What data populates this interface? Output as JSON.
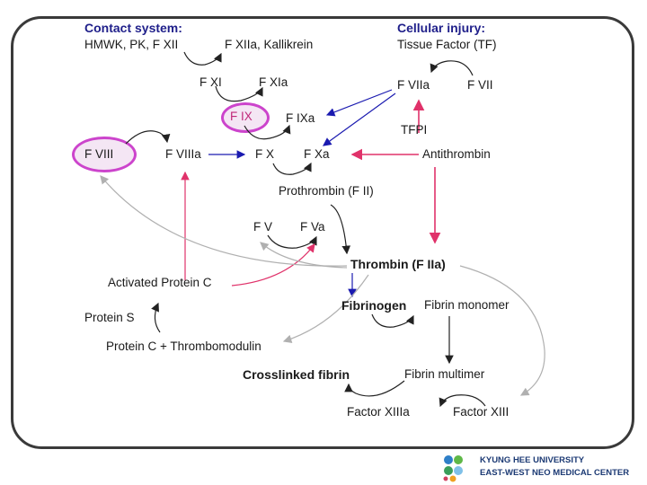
{
  "contact": {
    "title": "Contact system:",
    "factors": "HMWK, PK, F XII",
    "activated": "F XIIa, Kallikrein"
  },
  "cellular": {
    "title": "Cellular injury:",
    "factor": "Tissue Factor (TF)"
  },
  "factors": {
    "fxi": "F XI",
    "fxia": "F XIa",
    "fix": "F IX",
    "fixa": "F IXa",
    "fviii": "F VIII",
    "fviiia": "F VIIIa",
    "fx": "F X",
    "fxa": "F Xa",
    "fviia": "F VIIa",
    "fvii": "F VII",
    "tfpi": "TFPI",
    "antithrombin": "Antithrombin",
    "prothrombin": "Prothrombin (F II)",
    "fv": "F V",
    "fva": "F Va",
    "thrombin": "Thrombin (F IIa)"
  },
  "protein_c": {
    "activated": "Activated Protein C",
    "protein_s": "Protein S",
    "pc_tm": "Protein C + Thrombomodulin"
  },
  "fibrin": {
    "fibrinogen": "Fibrinogen",
    "monomer": "Fibrin monomer",
    "multimer": "Fibrin multimer",
    "crosslinked": "Crosslinked fibrin",
    "xiiia": "Factor XIIIa",
    "xiii": "Factor XIII"
  },
  "logo": {
    "line1": "KYUNG HEE UNIVERSITY",
    "line2": "EAST-WEST NEO MEDICAL CENTER"
  },
  "colors": {
    "black_arrow": "#222222",
    "blue_arrow": "#1a1ab0",
    "pink_arrow": "#e0326a",
    "gray_arrow": "#b0b0b0",
    "highlight": "#cc44cc"
  }
}
